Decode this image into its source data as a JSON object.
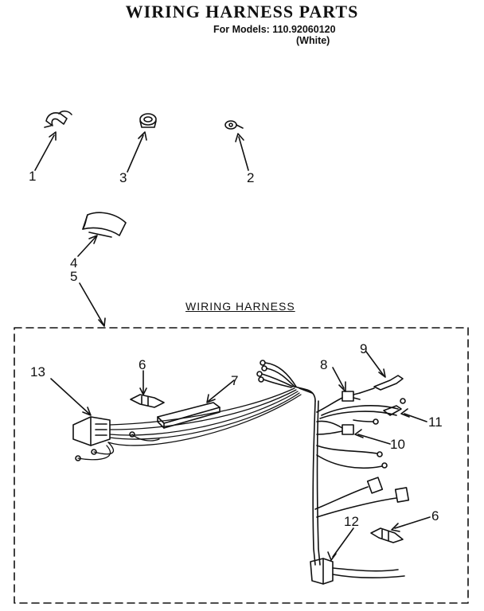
{
  "header": {
    "title": "WIRING HARNESS PARTS",
    "models_line": "For Models: 110.92060120",
    "color_line": "(White)"
  },
  "diagram": {
    "section_label": "WIRING HARNESS",
    "callouts": [
      "1",
      "3",
      "2",
      "4",
      "5",
      "13",
      "6",
      "7",
      "8",
      "9",
      "11",
      "10",
      "12",
      "6"
    ]
  }
}
